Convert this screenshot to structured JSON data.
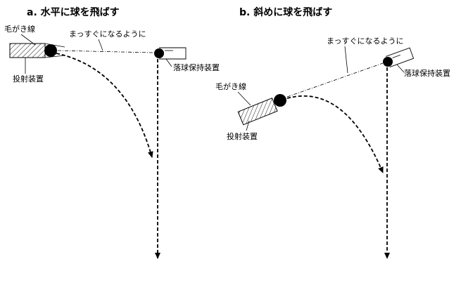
{
  "panel_a": {
    "title": "a. 水平に球を飛ばす",
    "scratch_label": "毛がき線",
    "align_label": "まっすぐになるように",
    "launcher_label": "投射装置",
    "holder_label": "落球保持装置"
  },
  "panel_b": {
    "title": "b. 斜めに球を飛ばす",
    "scratch_label": "毛がき線",
    "align_label": "まっすぐになるように",
    "launcher_label": "投射装置",
    "holder_label": "落球保持装置"
  },
  "colors": {
    "stroke": "#000000",
    "background": "#ffffff"
  }
}
